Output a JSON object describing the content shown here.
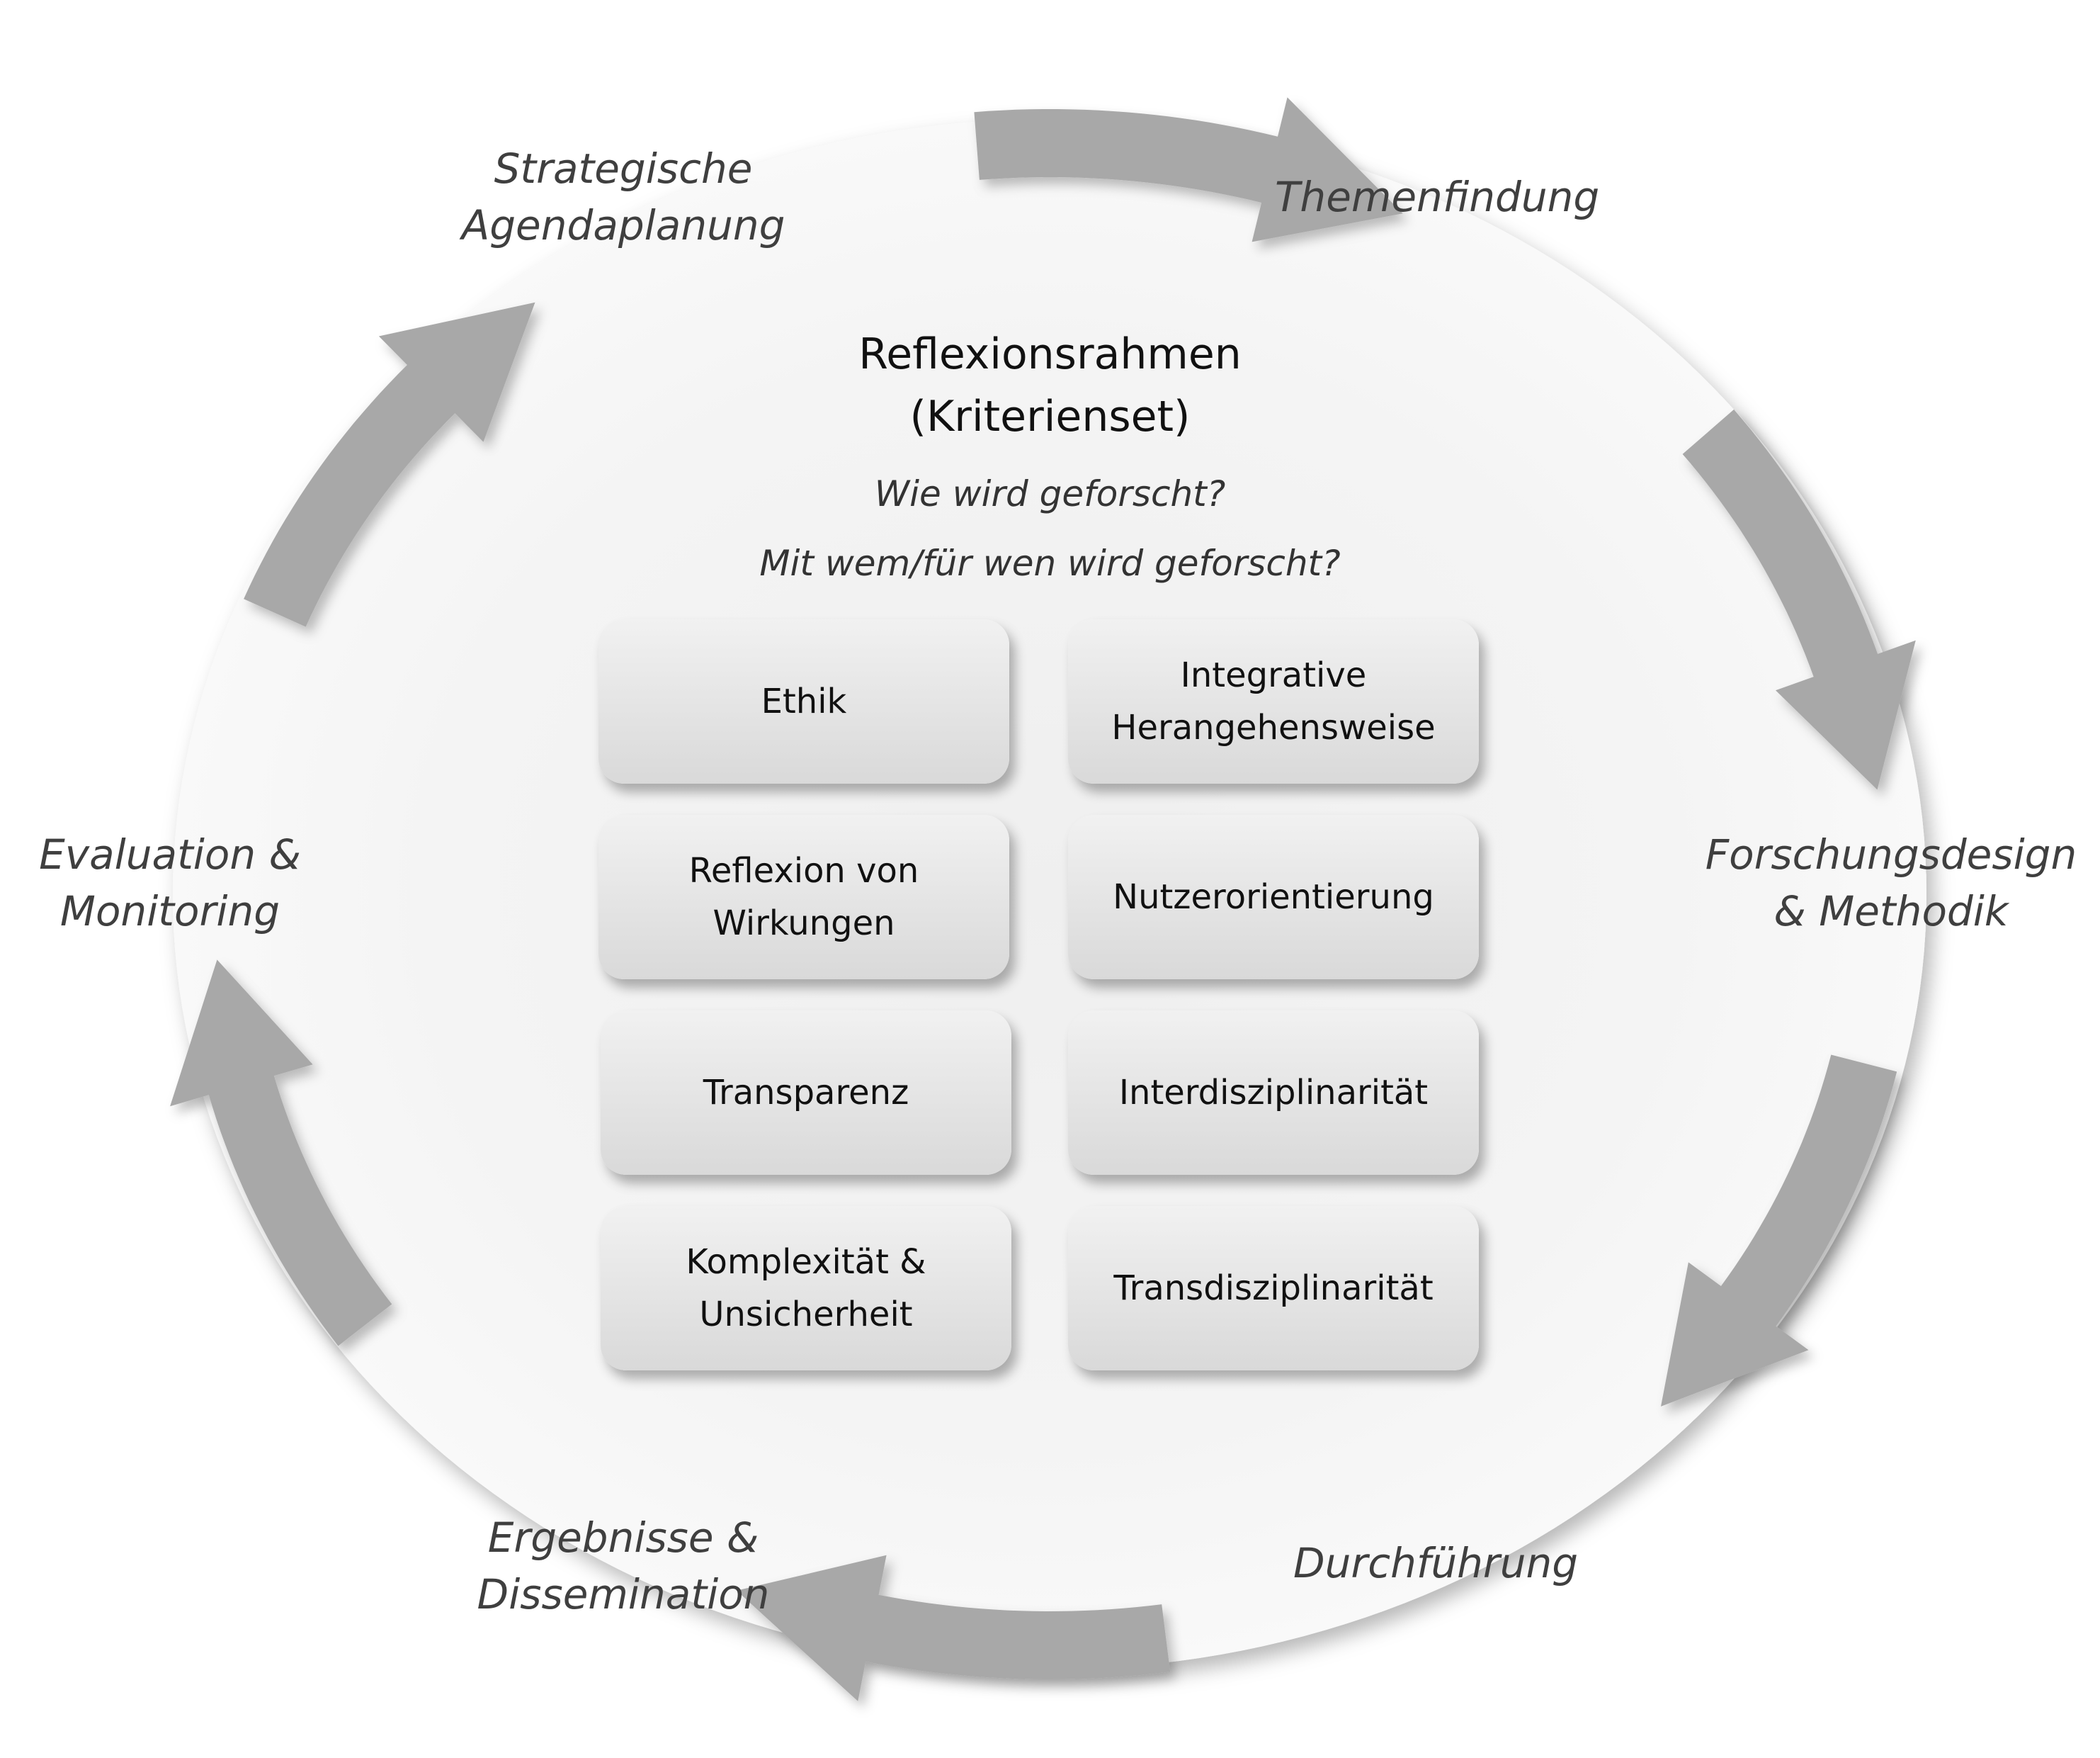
{
  "phases": [
    {
      "id": "strategic-agenda",
      "label": "Strategische\nAgendaplanung"
    },
    {
      "id": "topic-finding",
      "label": "Themenfindung"
    },
    {
      "id": "research-design",
      "label": "Forschungsdesign\n& Methodik"
    },
    {
      "id": "execution",
      "label": "Durchführung"
    },
    {
      "id": "results",
      "label": "Ergebnisse &\nDissemination"
    },
    {
      "id": "evaluation",
      "label": "Evaluation &\nMonitoring"
    }
  ],
  "center": {
    "title": "Reflexionsrahmen\n(Kriterienset)",
    "questions": [
      "Wie wird geforscht?",
      "Mit wem/für wen wird geforscht?"
    ]
  },
  "criteria": [
    {
      "label": "Ethik"
    },
    {
      "label": "Integrative\nHerangehensweise"
    },
    {
      "label": "Reflexion von\nWirkungen"
    },
    {
      "label": "Nutzerorientierung"
    },
    {
      "label": "Transparenz"
    },
    {
      "label": "Interdisziplinarität"
    },
    {
      "label": "Komplexität &\nUnsicherheit"
    },
    {
      "label": "Transdisziplinarität"
    }
  ],
  "colors": {
    "circle_fill": "#f4f4f4",
    "arrow_fill": "#a8a8a8",
    "phase_text": "#3f3f3f",
    "box_top": "#f1f1f1",
    "box_bottom": "#d9d9d9"
  }
}
